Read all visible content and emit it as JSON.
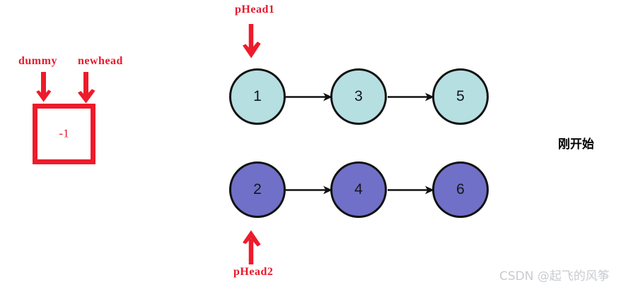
{
  "diagram": {
    "caption": "刚开始",
    "watermark": "CSDN @起飞的风筝",
    "colors": {
      "pointer_red": "#ee1b2a",
      "list1_fill": "#b6dfe2",
      "list2_fill": "#7070c8",
      "node_stroke": "#111111",
      "arrow_black": "#111111",
      "background": "#ffffff",
      "watermark_gray": "#c9cbcf"
    },
    "dummy_node": {
      "value": "-1",
      "pointers": [
        {
          "name": "dummy",
          "label": "dummy"
        },
        {
          "name": "newhead",
          "label": "newhead"
        }
      ]
    },
    "lists": [
      {
        "name": "list-1",
        "pointer_label": "pHead1",
        "pointer_position": "above",
        "fill": "#b6dfe2",
        "nodes": [
          {
            "value": "1"
          },
          {
            "value": "3"
          },
          {
            "value": "5"
          }
        ]
      },
      {
        "name": "list-2",
        "pointer_label": "pHead2",
        "pointer_position": "below",
        "fill": "#7070c8",
        "nodes": [
          {
            "value": "2"
          },
          {
            "value": "4"
          },
          {
            "value": "6"
          }
        ]
      }
    ],
    "icons": {
      "red_down_arrow": "arrow-down-icon",
      "red_up_arrow": "arrow-up-icon",
      "link_arrow": "arrow-right-icon"
    }
  }
}
